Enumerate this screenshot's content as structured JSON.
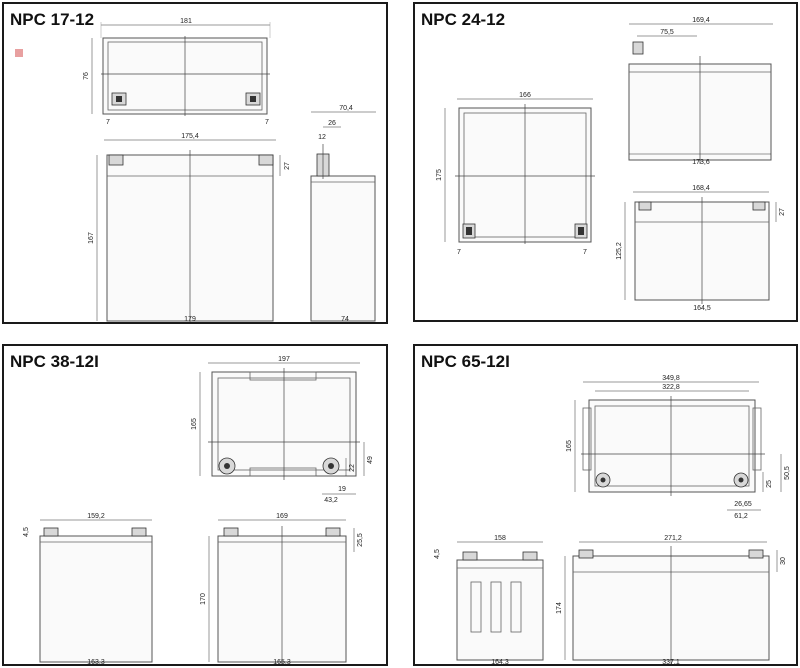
{
  "panels": {
    "npc17": {
      "title": "NPC 17-12",
      "dims": {
        "top_width": "181",
        "top_height": "76",
        "top_offset_left": "7",
        "top_offset_right": "7",
        "front_top_width": "175,4",
        "front_terminal": "27",
        "front_height": "167",
        "front_width": "179",
        "side_top": "70,4",
        "side_inner": "26",
        "side_small": "12",
        "side_width": "74"
      }
    },
    "npc24": {
      "title": "NPC 24-12",
      "dims": {
        "top_width": "166",
        "top_height": "175",
        "top_offset_left": "7",
        "top_offset_right": "7",
        "side_top_width": "169,4",
        "side_terminal": "75,5",
        "side_bottom": "173,6",
        "front_top_width": "168,4",
        "front_terminal": "27",
        "front_height": "125,2",
        "front_width": "164,5"
      }
    },
    "npc38": {
      "title": "NPC 38-12I",
      "dims": {
        "top_width": "197",
        "top_height": "165",
        "term_h1": "22",
        "term_h2": "49",
        "term_w1": "19",
        "term_w2": "43,2",
        "front_top": "159,2",
        "front_left": "4,5",
        "front_width": "163,3",
        "side_top": "169",
        "side_height": "170",
        "side_right": "25,5",
        "side_width": "165,3"
      }
    },
    "npc65": {
      "title": "NPC 65-12I",
      "dims": {
        "top_width_outer": "349,8",
        "top_width_inner": "322,8",
        "top_height": "165",
        "term_v1": "25",
        "term_v2": "50,5",
        "term_h1": "26,65",
        "term_h2": "61,2",
        "front_top": "158",
        "front_left": "4,5",
        "front_width": "164,3",
        "side_top": "271,2",
        "side_right": "30",
        "side_height": "174",
        "side_width": "337,1"
      }
    }
  },
  "colors": {
    "border": "#1a1a1a",
    "line": "#555555",
    "marker": "#e8a0a0"
  }
}
